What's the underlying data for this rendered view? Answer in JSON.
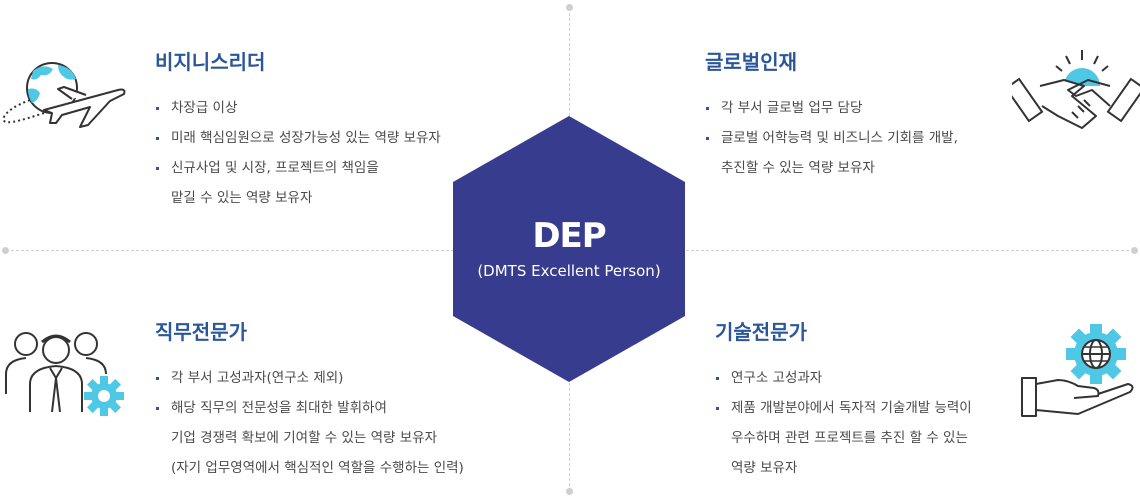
{
  "center": {
    "title": "DEP",
    "subtitle": "(DMTS  Excellent Person)"
  },
  "colors": {
    "hexagon": "#373c8f",
    "heading": "#2b579a",
    "icon_accent": "#4fc8e6",
    "icon_stroke": "#333333"
  },
  "quadrants": [
    {
      "id": "business-leader",
      "icon": "globe-airplane-icon",
      "title": "비지니스리더",
      "items": [
        [
          "차장급 이상"
        ],
        [
          "미래 핵심임원으로 성장가능성 있는 역량 보유자"
        ],
        [
          "신규사업 및 시장, 프로젝트의 책임을",
          "맡길 수 있는 역량 보유자"
        ]
      ]
    },
    {
      "id": "global-talent",
      "icon": "handshake-icon",
      "title": "글로벌인재",
      "items": [
        [
          "각 부서 글로벌 업무 담당"
        ],
        [
          "글로벌 어학능력 및 비즈니스 기회를 개발,",
          "추진할 수 있는 역량 보유자"
        ]
      ]
    },
    {
      "id": "job-expert",
      "icon": "people-gear-icon",
      "title": "직무전문가",
      "items": [
        [
          "각 부서 고성과자(연구소 제외)"
        ],
        [
          "해당 직무의 전문성을 최대한 발휘하여",
          "기업 경쟁력 확보에 기여할 수 있는 역량 보유자",
          "(자기 업무영역에서 핵심적인 역할을 수행하는 인력)"
        ]
      ]
    },
    {
      "id": "tech-expert",
      "icon": "hand-gear-globe-icon",
      "title": "기술전문가",
      "items": [
        [
          "연구소 고성과자"
        ],
        [
          "제품 개발분야에서 독자적 기술개발 능력이",
          "우수하며 관련 프로젝트를 추진 할 수 있는",
          "역량 보유자"
        ]
      ]
    }
  ]
}
